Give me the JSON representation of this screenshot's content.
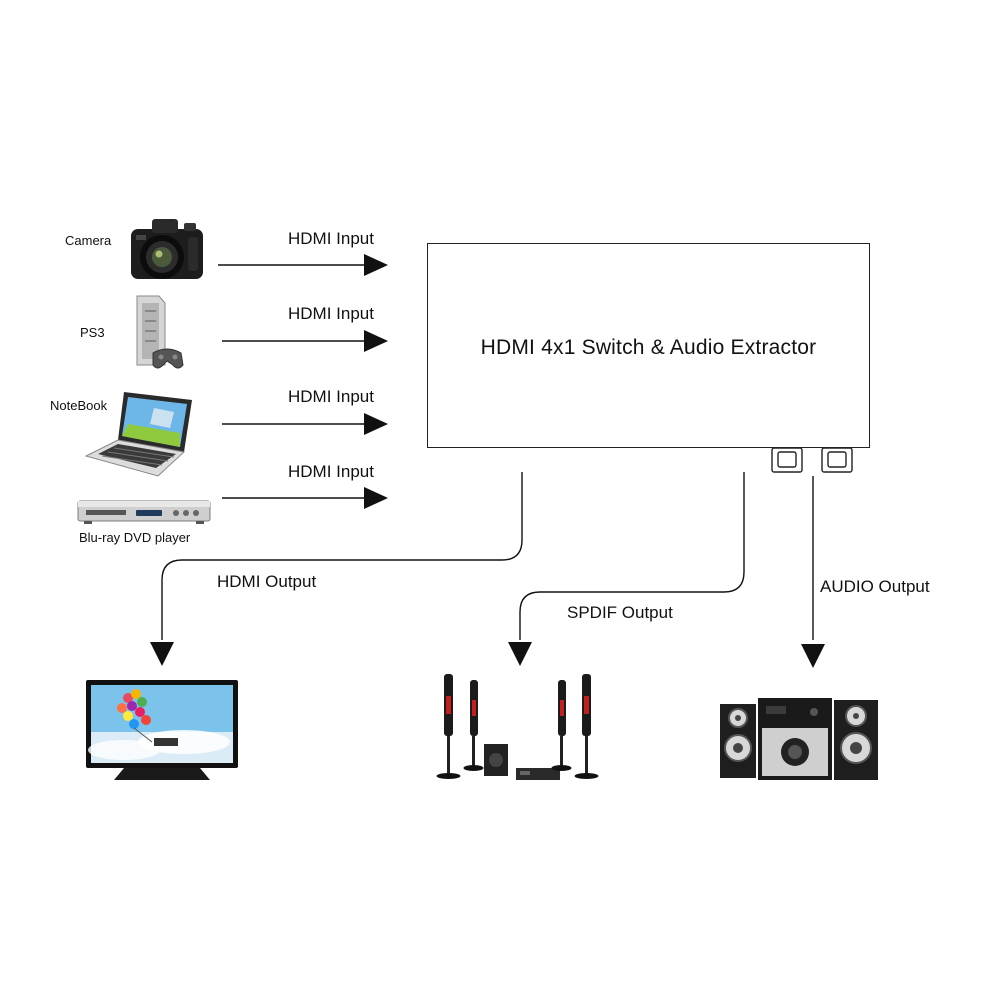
{
  "device": {
    "title": "HDMI 4x1 Switch & Audio Extractor"
  },
  "inputs": [
    {
      "device": "Camera",
      "label": "HDMI Input",
      "icon": "camera-icon"
    },
    {
      "device": "PS3",
      "label": "HDMI Input",
      "icon": "game-console-icon"
    },
    {
      "device": "NoteBook",
      "label": "HDMI Input",
      "icon": "laptop-icon"
    },
    {
      "device": "Blu-ray DVD player",
      "label": "HDMI Input",
      "icon": "dvd-player-icon"
    }
  ],
  "outputs": [
    {
      "label": "HDMI Output",
      "icon": "tv-icon"
    },
    {
      "label": "SPDIF Output",
      "icon": "home-theater-icon"
    },
    {
      "label": "AUDIO Output",
      "icon": "stereo-speakers-icon"
    }
  ],
  "colors": {
    "line": "#111111",
    "background": "#ffffff"
  }
}
